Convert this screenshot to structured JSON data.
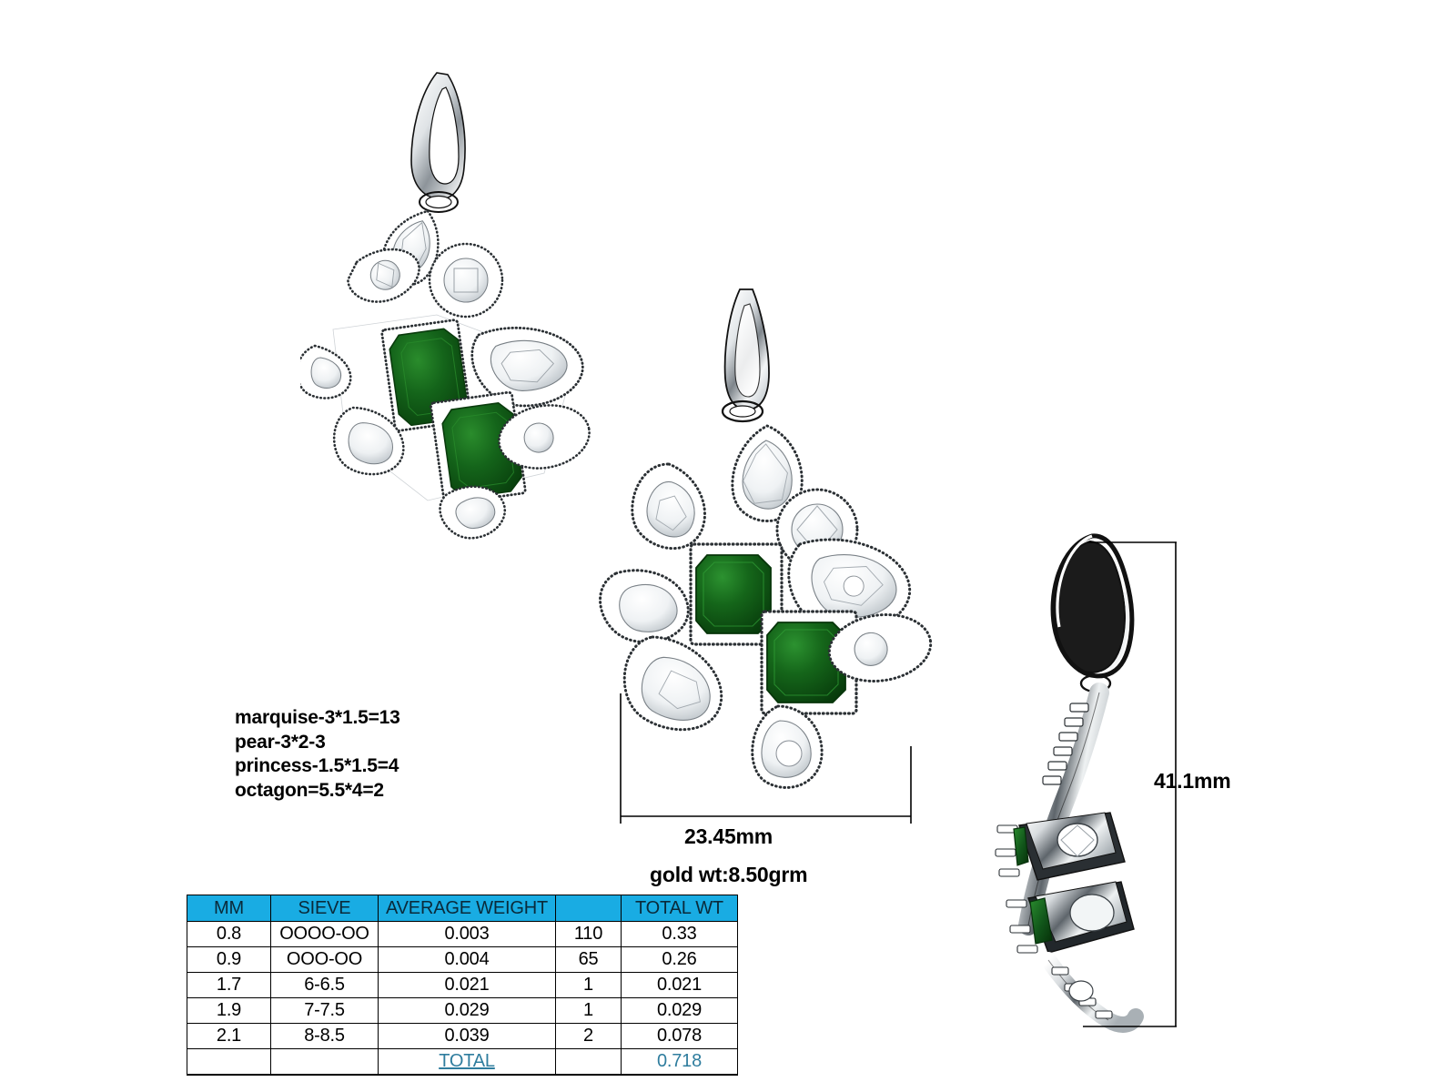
{
  "document": {
    "type": "jewelry-cad-spec-sheet",
    "background_color": "#ffffff"
  },
  "spec_notes": {
    "lines": [
      "marquise-3*1.5=13",
      "pear-3*2-3",
      "princess-1.5*1.5=4",
      "octagon=5.5*4=2"
    ],
    "line1": "marquise-3*1.5=13",
    "line2": "pear-3*2-3",
    "line3": "princess-1.5*1.5=4",
    "line4": "octagon=5.5*4=2"
  },
  "dimensions": {
    "width_label": "23.45mm",
    "height_label": "41.1mm",
    "gold_weight_label": "gold wt:8.50grm"
  },
  "table": {
    "header": [
      "MM",
      "SIEVE",
      "AVERAGE WEIGHT",
      "",
      "TOTAL WT"
    ],
    "rows": [
      {
        "mm": "0.8",
        "sieve": "OOOO-OO",
        "avg_weight": "0.003",
        "qty": "110",
        "total_wt": "0.33",
        "qty_bold": false
      },
      {
        "mm": "0.9",
        "sieve": "OOO-OO",
        "avg_weight": "0.004",
        "qty": "65",
        "total_wt": "0.26",
        "qty_bold": true
      },
      {
        "mm": "1.7",
        "sieve": "6-6.5",
        "avg_weight": "0.021",
        "qty": "1",
        "total_wt": "0.021",
        "qty_bold": true
      },
      {
        "mm": "1.9",
        "sieve": "7-7.5",
        "avg_weight": "0.029",
        "qty": "1",
        "total_wt": "0.029",
        "qty_bold": true
      },
      {
        "mm": "2.1",
        "sieve": "8-8.5",
        "avg_weight": "0.039",
        "qty": "2",
        "total_wt": "0.078",
        "qty_bold": true
      }
    ],
    "total_row": {
      "mm": "",
      "sieve": "",
      "label": "TOTAL",
      "qty": "",
      "total_wt": "0.718"
    }
  },
  "colors": {
    "header_cyan": "#19ACE3",
    "gemstone_green": "#16651A",
    "gemstone_green_dark": "#0B3F0E",
    "metal_light": "#fdfdfd",
    "metal_mid": "#cfd3d7",
    "metal_dark": "#6f767c",
    "outline": "#000000",
    "total_text": "#2f7d9e"
  },
  "renders": {
    "angled_view": "pendant-angled-perspective-view",
    "front_view": "pendant-front-view",
    "side_view": "pendant-side-profile-view"
  }
}
